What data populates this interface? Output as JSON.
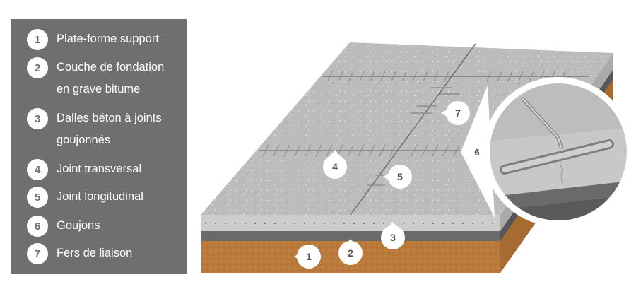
{
  "legend": {
    "items": [
      {
        "num": "1",
        "lines": [
          "Plate-forme support"
        ]
      },
      {
        "num": "2",
        "lines": [
          "Couche de fondation",
          "en grave bitume"
        ]
      },
      {
        "num": "3",
        "lines": [
          "Dalles béton à joints",
          "goujonnés"
        ]
      },
      {
        "num": "4",
        "lines": [
          "Joint transversal"
        ]
      },
      {
        "num": "5",
        "lines": [
          "Joint longitudinal"
        ]
      },
      {
        "num": "6",
        "lines": [
          "Goujons"
        ]
      },
      {
        "num": "7",
        "lines": [
          "Fers de liaison"
        ]
      }
    ]
  },
  "callouts": {
    "c1": "1",
    "c2": "2",
    "c3": "3",
    "c4": "4",
    "c5": "5",
    "c6": "6",
    "c7": "7"
  },
  "colors": {
    "legend_bg": "#6f6f6f",
    "concrete_top": "#b9b9b9",
    "concrete_side": "#c9c9c9",
    "bitume": "#6a6a6a",
    "soil": "#b8793a"
  }
}
